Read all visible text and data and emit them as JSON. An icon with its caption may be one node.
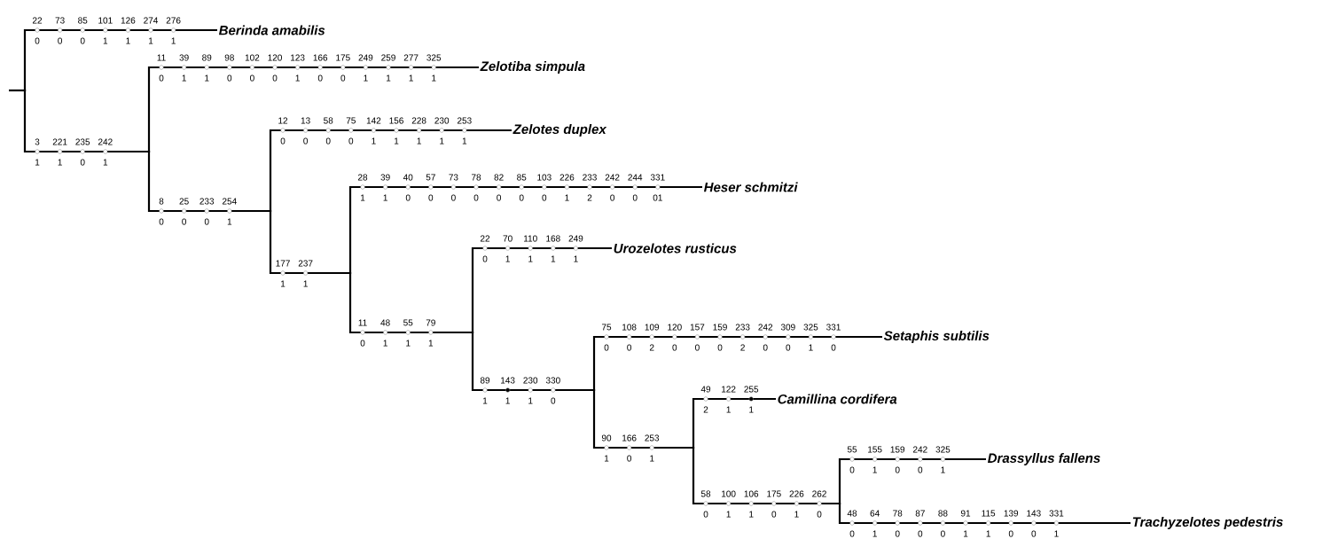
{
  "diagram": {
    "nodes": [
      {
        "text": [],
        "shape": "point"
      },
      {
        "text": [
          "Berinda amabilis"
        ]
      },
      {
        "text": [],
        "shape": "point"
      },
      {
        "text": [
          "Zelotiba simpula"
        ]
      },
      {
        "text": [],
        "shape": "point"
      },
      {
        "text": [
          "Zelotes duplex"
        ]
      },
      {
        "text": [],
        "shape": "point"
      },
      {
        "text": [
          "Heser schmitzi"
        ]
      },
      {
        "text": [],
        "shape": "point"
      },
      {
        "text": [
          "Urozelotes rusticus"
        ]
      },
      {
        "text": [],
        "shape": "point"
      },
      {
        "text": [
          "Setaphis subtilis"
        ]
      },
      {
        "text": [],
        "shape": "point"
      },
      {
        "text": [
          "Camillina cordifera"
        ]
      },
      {
        "text": [],
        "shape": "point"
      },
      {
        "text": [
          "Drassyllus fallens"
        ]
      },
      {
        "text": [
          "Trachyzelotes pedestris"
        ]
      }
    ],
    "edges": [
      {
        "from": null,
        "to": 0,
        "arrow": "none"
      },
      {
        "from": 0,
        "to": 1,
        "arrow": "none"
      },
      {
        "from": 0,
        "to": 2,
        "arrow": "none"
      },
      {
        "from": 2,
        "to": 3,
        "arrow": "none"
      },
      {
        "from": 2,
        "to": 4,
        "arrow": "none"
      },
      {
        "from": 4,
        "to": 5,
        "arrow": "none"
      },
      {
        "from": 4,
        "to": 6,
        "arrow": "none"
      },
      {
        "from": 6,
        "to": 7,
        "arrow": "none"
      },
      {
        "from": 6,
        "to": 8,
        "arrow": "none"
      },
      {
        "from": 8,
        "to": 9,
        "arrow": "none"
      },
      {
        "from": 8,
        "to": 10,
        "arrow": "none"
      },
      {
        "from": 10,
        "to": 11,
        "arrow": "none"
      },
      {
        "from": 10,
        "to": 12,
        "arrow": "none"
      },
      {
        "from": 12,
        "to": 13,
        "arrow": "none"
      },
      {
        "from": 12,
        "to": 14,
        "arrow": "none"
      },
      {
        "from": 14,
        "to": 15,
        "arrow": "none"
      },
      {
        "from": 14,
        "to": 16,
        "arrow": "none"
      }
    ],
    "labels": [
      "22",
      "73",
      "85",
      "101",
      "126",
      "274",
      "276",
      "0",
      "0",
      "0",
      "1",
      "1",
      "1",
      "1",
      "3",
      "221",
      "235",
      "242",
      "1",
      "1",
      "0",
      "1",
      "11",
      "39",
      "89",
      "98",
      "102",
      "120",
      "123",
      "166",
      "175",
      "249",
      "259",
      "277",
      "325",
      "0",
      "1",
      "1",
      "0",
      "0",
      "0",
      "1",
      "0",
      "0",
      "1",
      "1",
      "1",
      "1",
      "8",
      "25",
      "233",
      "254",
      "0",
      "0",
      "0",
      "1",
      "12",
      "13",
      "58",
      "75",
      "142",
      "156",
      "228",
      "230",
      "253",
      "0",
      "0",
      "0",
      "0",
      "1",
      "1",
      "1",
      "1",
      "1",
      "177",
      "237",
      "1",
      "1",
      "28",
      "39",
      "40",
      "57",
      "73",
      "78",
      "82",
      "85",
      "103",
      "226",
      "233",
      "242",
      "244",
      "331",
      "1",
      "1",
      "0",
      "0",
      "0",
      "0",
      "0",
      "0",
      "0",
      "1",
      "2",
      "0",
      "0",
      "01",
      "11",
      "48",
      "55",
      "79",
      "0",
      "1",
      "1",
      "1",
      "22",
      "70",
      "110",
      "168",
      "249",
      "0",
      "1",
      "1",
      "1",
      "1",
      "89",
      "143",
      "230",
      "330",
      "1",
      "1",
      "1",
      "0",
      "75",
      "108",
      "109",
      "120",
      "157",
      "159",
      "233",
      "242",
      "309",
      "325",
      "331",
      "0",
      "0",
      "2",
      "0",
      "0",
      "0",
      "2",
      "0",
      "0",
      "1",
      "0",
      "90",
      "166",
      "253",
      "1",
      "0",
      "1",
      "49",
      "122",
      "255",
      "2",
      "1",
      "1",
      "58",
      "100",
      "106",
      "175",
      "226",
      "262",
      "0",
      "1",
      "1",
      "0",
      "1",
      "0",
      "55",
      "155",
      "159",
      "242",
      "325",
      "0",
      "1",
      "0",
      "0",
      "1",
      "48",
      "64",
      "78",
      "87",
      "88",
      "91",
      "115",
      "139",
      "143",
      "331",
      "0",
      "1",
      "0",
      "0",
      "0",
      "1",
      "1",
      "0",
      "0",
      "1"
    ]
  }
}
